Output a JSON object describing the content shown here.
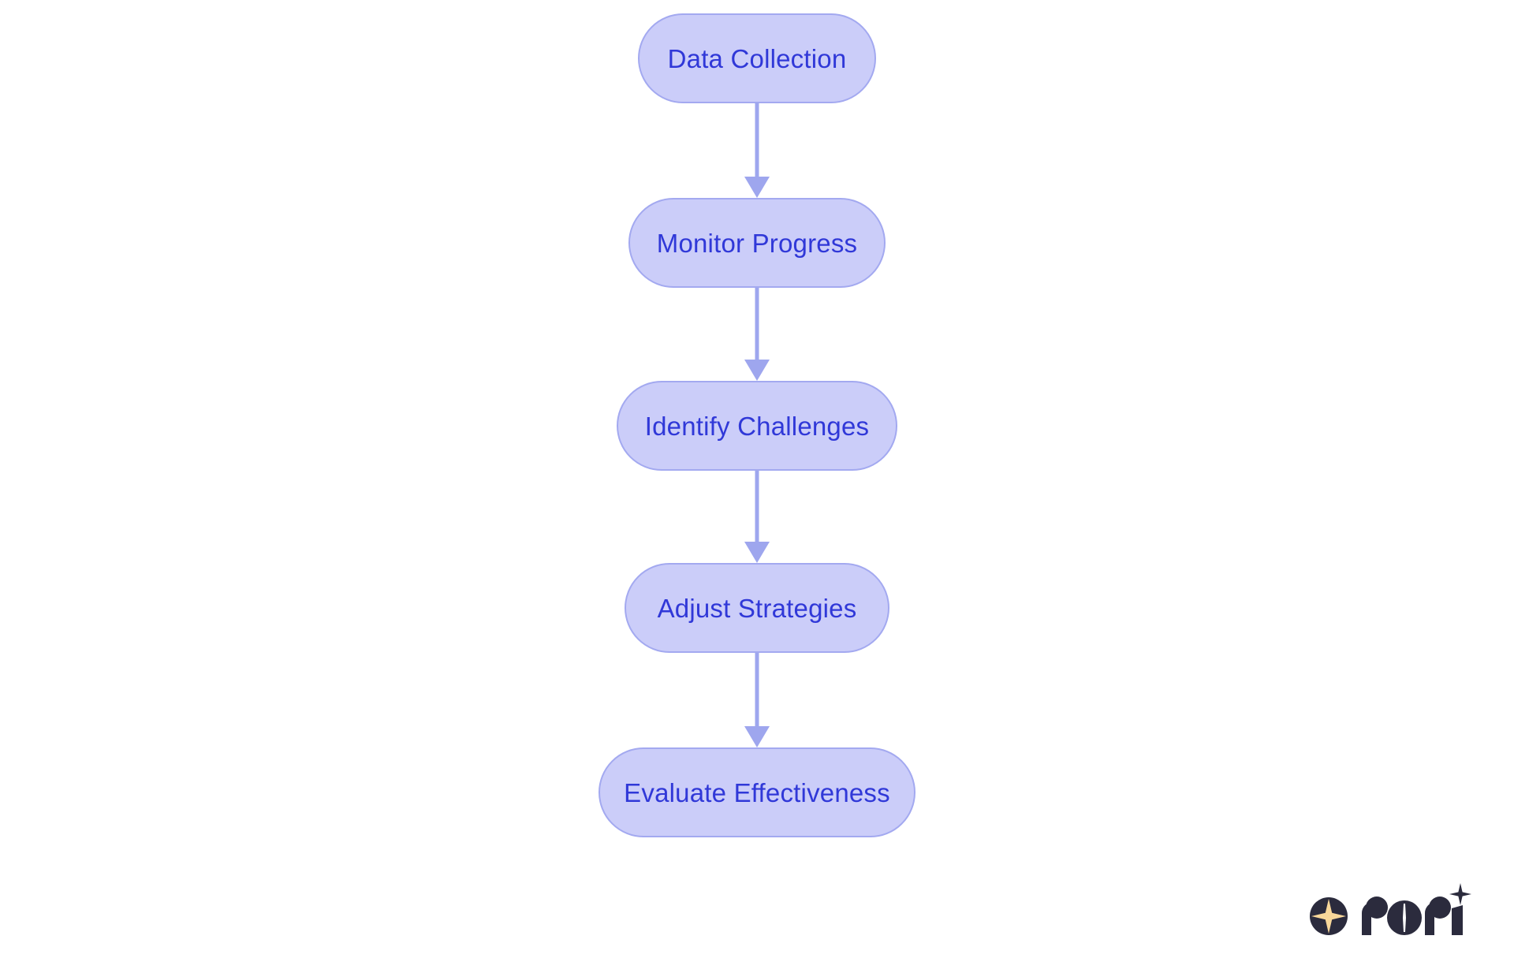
{
  "chart_data": {
    "type": "diagram",
    "diagram_kind": "vertical-flowchart",
    "title": "",
    "orientation": "top-to-bottom",
    "node_shape": "stadium",
    "nodes": [
      {
        "id": "n0",
        "label": "Data Collection"
      },
      {
        "id": "n1",
        "label": "Monitor Progress"
      },
      {
        "id": "n2",
        "label": "Identify Challenges"
      },
      {
        "id": "n3",
        "label": "Adjust Strategies"
      },
      {
        "id": "n4",
        "label": "Evaluate Effectiveness"
      }
    ],
    "edges": [
      {
        "from": "n0",
        "to": "n1",
        "label": "",
        "arrow": "down"
      },
      {
        "from": "n1",
        "to": "n2",
        "label": "",
        "arrow": "down"
      },
      {
        "from": "n2",
        "to": "n3",
        "label": "",
        "arrow": "down"
      },
      {
        "from": "n3",
        "to": "n4",
        "label": "",
        "arrow": "down"
      }
    ],
    "legend": [],
    "annotations": []
  },
  "colors": {
    "background": "#ffffff",
    "node_fill": "#cbcdf9",
    "node_stroke": "#a3a9f0",
    "node_text": "#3038d8",
    "arrow": "#9ea6ee",
    "logo_mark": "#2b2b3d",
    "logo_star": "#f8d79a"
  },
  "brand": {
    "name": "rori",
    "mark_icon": "four-point-star-in-circle-icon",
    "accent_icon": "sparkle-icon"
  }
}
